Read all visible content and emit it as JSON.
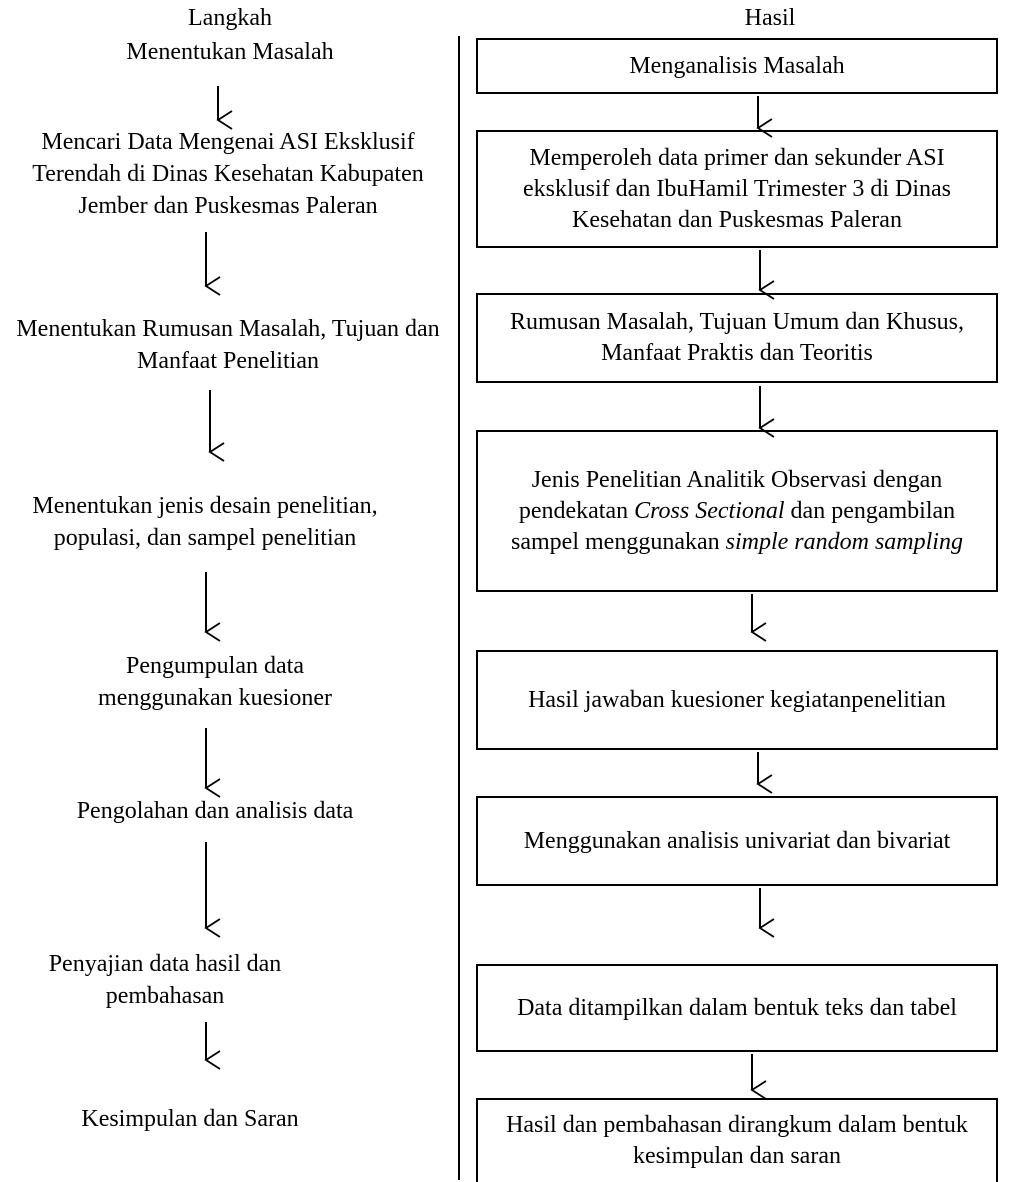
{
  "headers": {
    "left": "Langkah",
    "right": "Hasil"
  },
  "steps": [
    "Menentukan Masalah",
    "Mencari Data Mengenai ASI Eksklusif Terendah di Dinas Kesehatan Kabupaten Jember dan Puskesmas Paleran",
    "Menentukan Rumusan  Masalah, Tujuan dan Manfaat Penelitian",
    "Menentukan jenis desain penelitian, populasi, dan sampel penelitian",
    "Pengumpulan data menggunakan  kuesioner",
    "Pengolahan dan analisis data",
    "Penyajian data hasil dan pembahasan",
    "Kesimpulan dan Saran"
  ],
  "results": [
    "Menganalisis Masalah",
    "Memperoleh data primer dan sekunder ASI eksklusif dan IbuHamil Trimester 3 di Dinas Kesehatan dan Puskesmas Paleran",
    "Rumusan Masalah, Tujuan Umum dan Khusus, Manfaat Praktis dan Teoritis",
    {
      "pre": "Jenis Penelitian Analitik Observasi dengan pendekatan",
      "em1": "Cross Sectional",
      "mid": "dan pengambilan sampel menggunakan",
      "em2": "simple random sampling"
    },
    "Hasil jawaban kuesioner kegiatanpenelitian",
    "Menggunakan analisis univariat dan bivariat",
    "Data ditampilkan dalam bentuk teks dan tabel",
    "Hasil dan pembahasan dirangkum dalam bentuk kesimpulan dan saran"
  ],
  "line_color": "#000000"
}
